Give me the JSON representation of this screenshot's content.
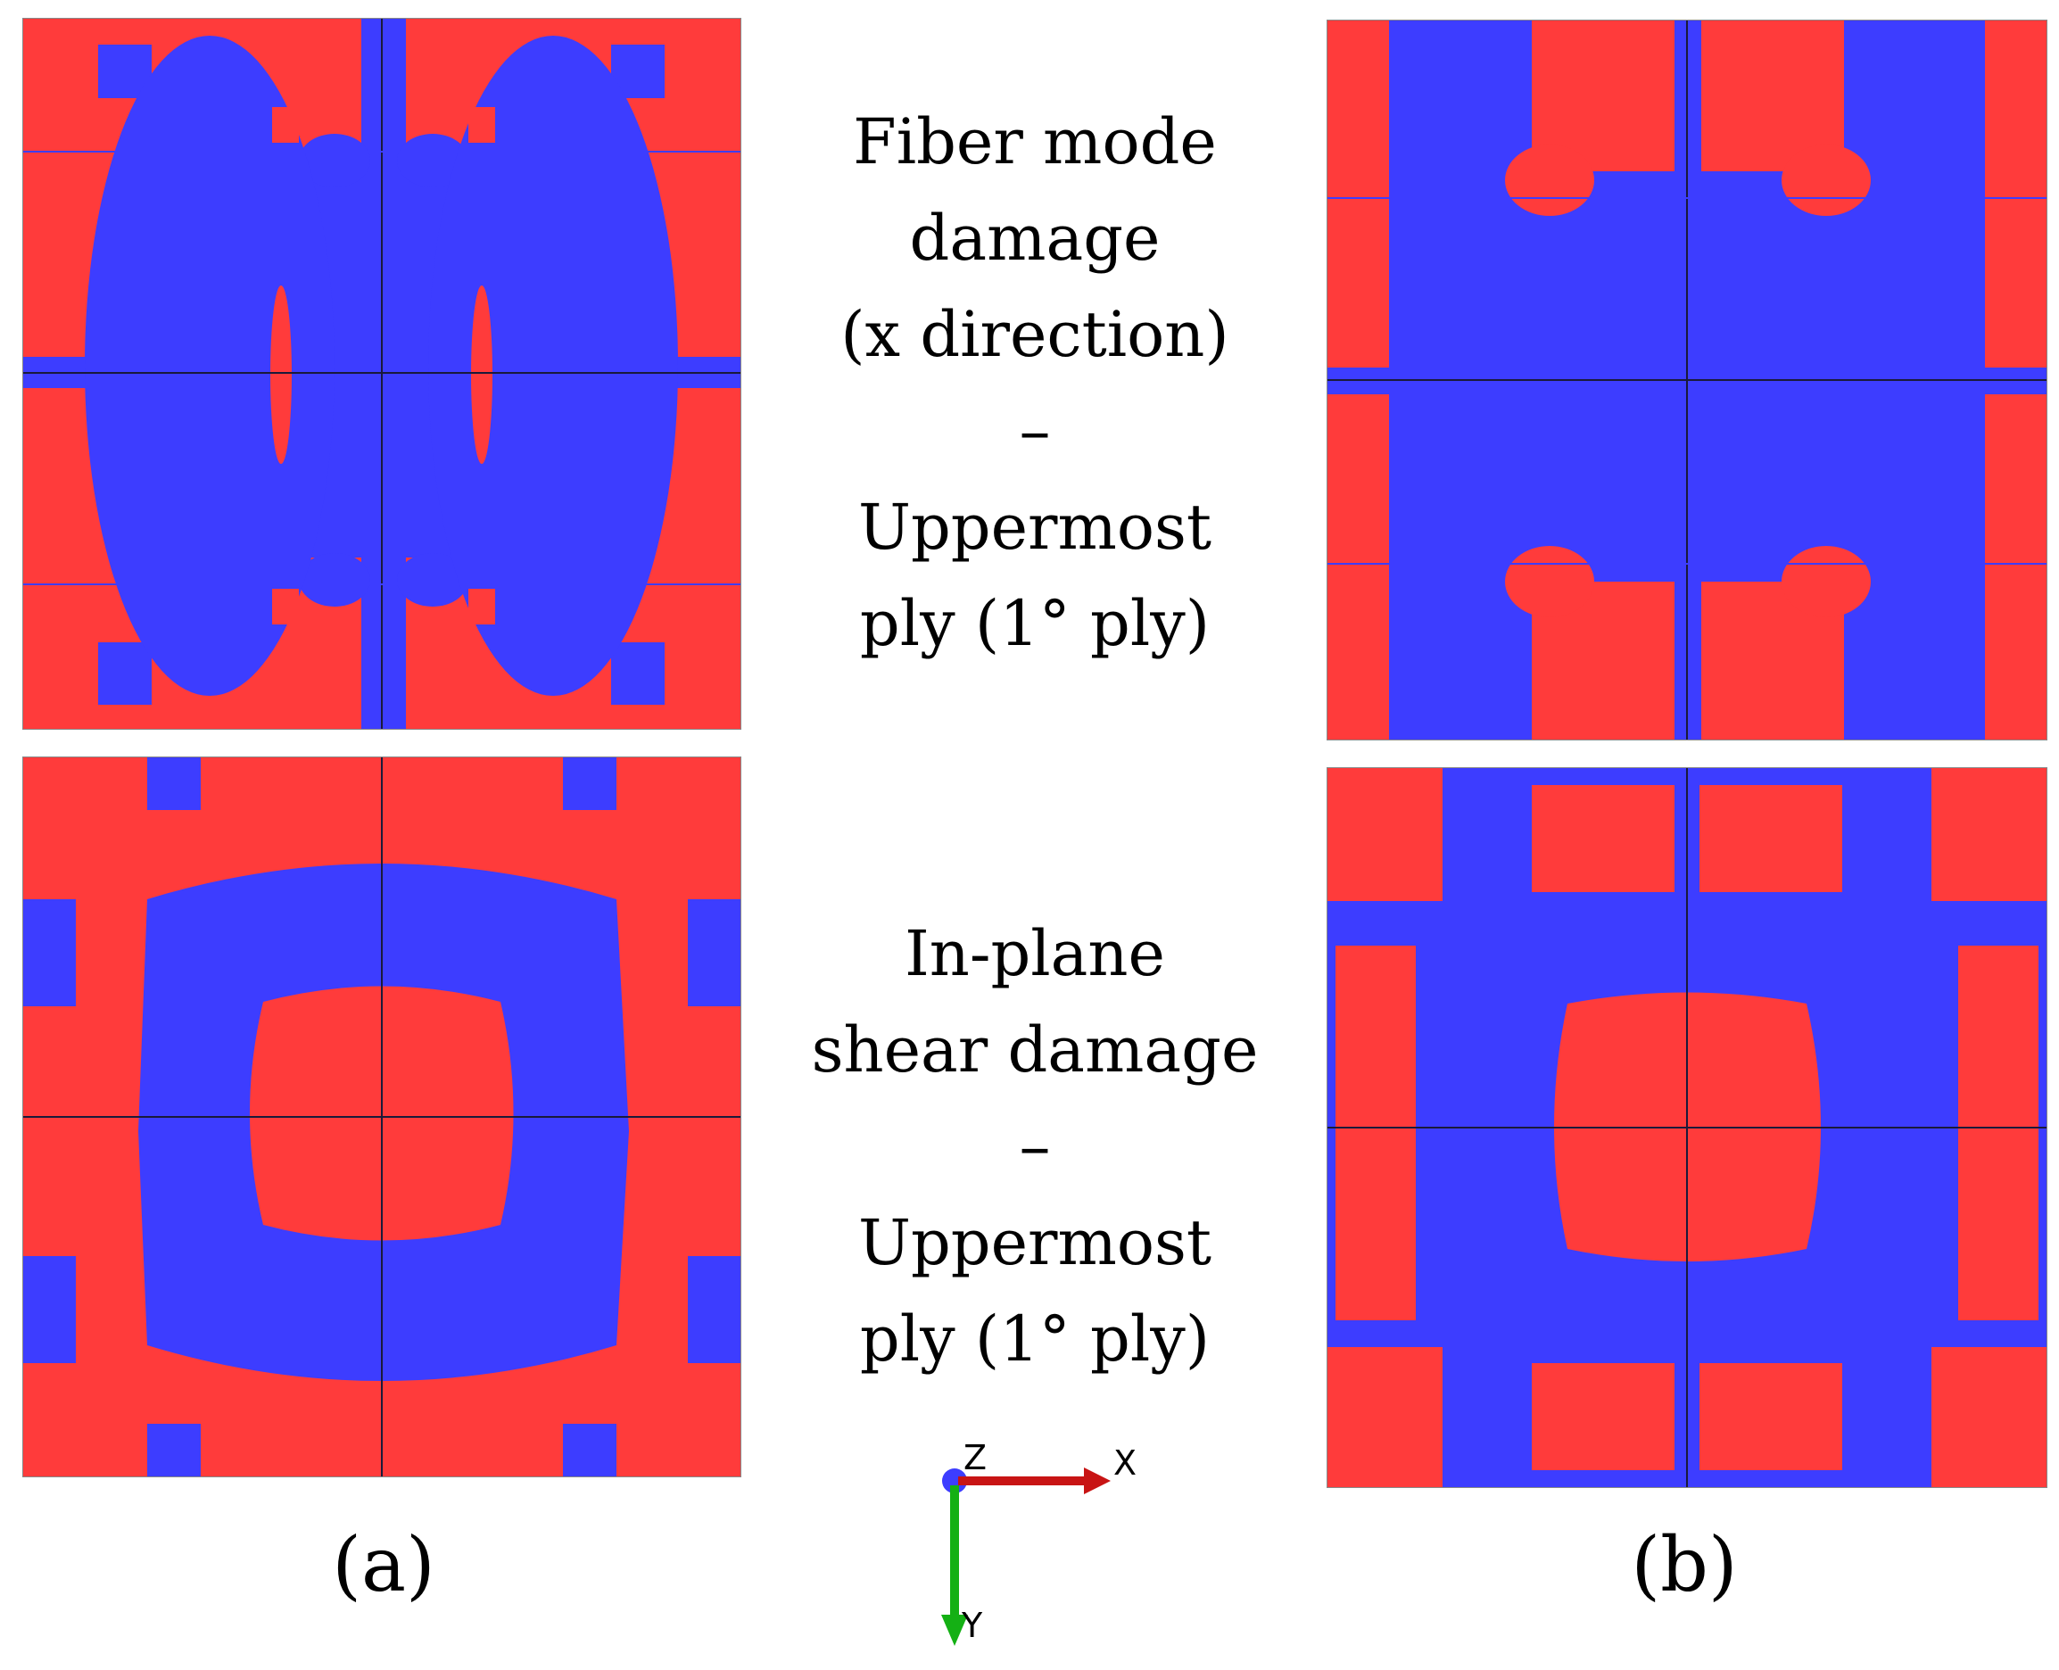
{
  "colors": {
    "damaged": "#ff3b3b",
    "undamaged": "#3d3dff",
    "axis_x": "#c81414",
    "axis_y": "#14b014",
    "axis_z": "#3d3dff"
  },
  "text_block_top": {
    "lines": [
      "Fiber mode",
      "damage",
      "(x direction)",
      "–",
      "Uppermost",
      "ply (1° ply)"
    ]
  },
  "text_block_bottom": {
    "lines": [
      "In-plane",
      "shear damage",
      "–",
      "Uppermost",
      "ply (1° ply)"
    ]
  },
  "captions": {
    "a": "(a)",
    "b": "(b)"
  },
  "axis_triad": {
    "x": "X",
    "y": "Y",
    "z": "Z"
  }
}
